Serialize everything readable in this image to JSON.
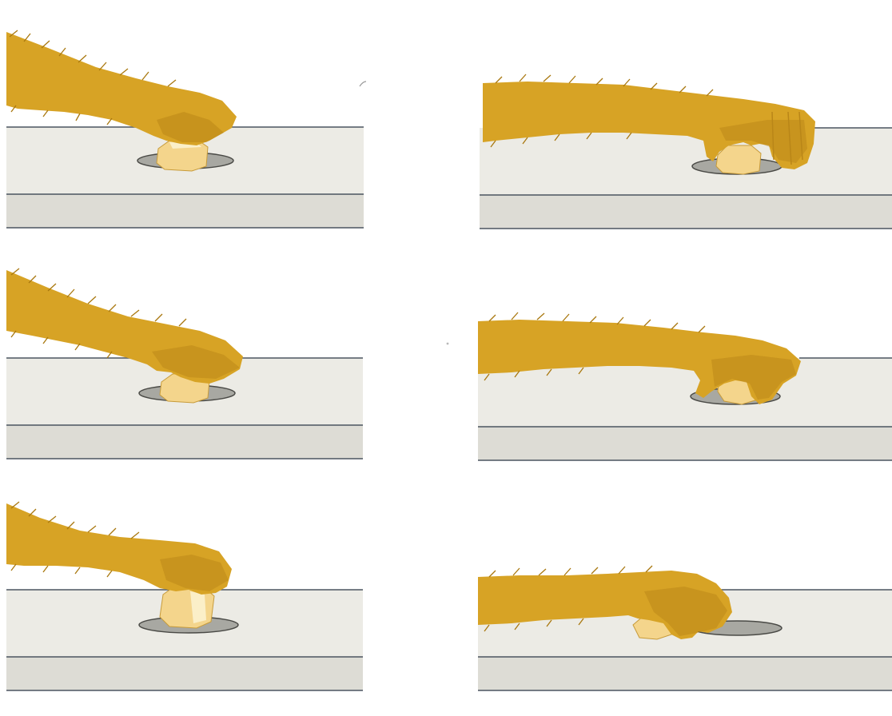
{
  "colors": {
    "page_background": "#ffffff",
    "arm_fur": "#d7a325",
    "arm_shadow": "#b98618",
    "arm_hair": "#a9780f",
    "food_block": "#f4d58c",
    "food_highlight": "#fbefc8",
    "food_outline": "#c79b3a",
    "hole_fill": "#a8a8a2",
    "hole_rim": "#4a4a46",
    "board_top": "#ecebe5",
    "board_front": "#dddcd5",
    "board_line": "#4b5560"
  },
  "panels": [
    {
      "id": "left-1",
      "icon": "arm-reaching-icon",
      "grip": "power-grip",
      "food": "visible"
    },
    {
      "id": "right-1",
      "icon": "arm-reaching-icon",
      "grip": "scoop-grip",
      "food": "visible"
    },
    {
      "id": "left-2",
      "icon": "arm-reaching-icon",
      "grip": "power-grip",
      "food": "visible"
    },
    {
      "id": "right-2",
      "icon": "arm-reaching-icon",
      "grip": "finger-grip",
      "food": "visible"
    },
    {
      "id": "left-3",
      "icon": "arm-reaching-icon",
      "grip": "lift",
      "food": "visible"
    },
    {
      "id": "right-3",
      "icon": "arm-reaching-icon",
      "grip": "drag-out",
      "food": "visible"
    }
  ]
}
